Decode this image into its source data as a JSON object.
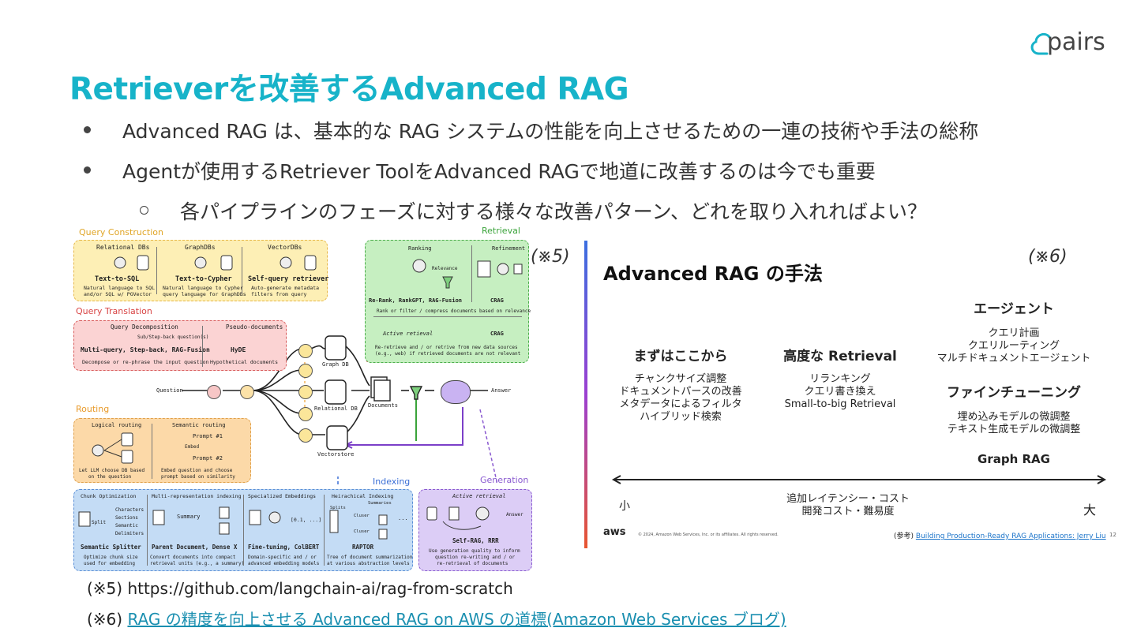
{
  "logo": {
    "text": "pairs",
    "color": "#17b3c9"
  },
  "title": "Retrieverを改善するAdvanced RAG",
  "bullets": [
    "Advanced RAG は、基本的な RAG システムの性能を向上させるための一連の技術や手法の総称",
    "Agentが使用するRetriever ToolをAdvanced RAGで地道に改善するのは今でも重要"
  ],
  "sub_bullets": [
    "各パイプラインのフェーズに対する様々な改善パターン、どれを取り入れればよい？"
  ],
  "refs": {
    "left": "(※5)",
    "right": "(※6)"
  },
  "notes": {
    "n5": "(※5) https://github.com/langchain-ai/rag-from-scratch",
    "n6_prefix": "(※6) ",
    "n6_link": "RAG の精度を向上させる Advanced RAG on AWS の道標(Amazon Web Services ブログ)"
  },
  "diagram": {
    "query_construction": {
      "label": "Query Construction",
      "cols": [
        {
          "head": "Relational DBs",
          "name": "Text-to-SQL",
          "desc1": "Natural language to SQL",
          "desc2": "and/or SQL w/ PGVector"
        },
        {
          "head": "GraphDBs",
          "name": "Text-to-Cypher",
          "desc1": "Natural language to Cypher",
          "desc2": "query language for GraphDBs"
        },
        {
          "head": "VectorDBs",
          "name": "Self-query retriever",
          "desc1": "Auto-generate metadata",
          "desc2": "filters from query"
        }
      ]
    },
    "query_translation": {
      "label": "Query Translation",
      "head1": "Query Decomposition",
      "sub": "Sub/Step-back question(s)",
      "name1": "Multi-query, Step-back, RAG-Fusion",
      "desc1": "Decompose or re-phrase the input question",
      "head2": "Pseudo-documents",
      "name2": "HyDE",
      "desc2": "Hypothetical documents"
    },
    "routing": {
      "label": "Routing",
      "head1": "Logical routing",
      "desc1a": "Let LLM choose DB based",
      "desc1b": "on the question",
      "head2": "Semantic routing",
      "p1": "Prompt #1",
      "embed": "Embed",
      "p2": "Prompt #2",
      "desc2a": "Embed question and choose",
      "desc2b": "prompt based on similarity"
    },
    "retrieval": {
      "label": "Retrieval",
      "ranking": "Ranking",
      "relevance": "Relevance",
      "refinement": "Refinement",
      "rerank": "Re-Rank, RankGPT, RAG-Fusion",
      "crag": "CRAG",
      "desc": "Rank or filter / compress documents based on relevance",
      "active": "Active retieval",
      "crag2": "CRAG",
      "desc2a": "Re-retrieve and / or retrive from new data sources",
      "desc2b": "(e.g., web) if retrieved documents are not relevant"
    },
    "flow": {
      "question": "Question",
      "graph_db": "Graph DB",
      "relational_db": "Relational DB",
      "vectorstore": "Vectorstore",
      "documents": "Documents",
      "answer": "Answer"
    },
    "indexing": {
      "label": "Indexing",
      "c1_head": "Chunk Optimization",
      "c1_items": [
        "Characters",
        "Sections",
        "Semantic",
        "Delimiters"
      ],
      "c1_split": "Split",
      "c1_name": "Semantic Splitter",
      "c1_desc1": "Optimize chunk size",
      "c1_desc2": "used for embedding",
      "c2_head": "Multi-representation indexing",
      "c2_summary": "Summary",
      "c2_name": "Parent Document, Dense X",
      "c2_desc1": "Convert documents into compact",
      "c2_desc2": "retrieval units (e.g., a summary)",
      "c3_head": "Specialized Embeddings",
      "c3_vec": "[0.1, ...]",
      "c3_name": "Fine-tuning, ColBERT",
      "c3_desc1": "Domain-specific and / or",
      "c3_desc2": "advanced embedding models",
      "c4_head": "Heirachical Indexing",
      "c4_summaries": "Summaries",
      "c4_splits": "Splits",
      "c4_cluster": "Cluser",
      "c4_dots": "...",
      "c4_name": "RAPTOR",
      "c4_desc1": "Tree of document summarization",
      "c4_desc2": "at various abstraction levels"
    },
    "generation": {
      "label": "Generation",
      "head": "Active retrieval",
      "answer": "Answer",
      "name": "Self-RAG, RRR",
      "desc1": "Use generation quality to inform",
      "desc2": "question re-writing and / or",
      "desc3": "re-retrieval of documents"
    }
  },
  "aws_panel": {
    "title": "Advanced RAG の手法",
    "col1": {
      "head": "まずはここから",
      "items": [
        "チャンクサイズ調整",
        "ドキュメントパースの改善",
        "メタデータによるフィルタ",
        "ハイブリッド検索"
      ]
    },
    "col2": {
      "head": "高度な Retrieval",
      "items": [
        "リランキング",
        "クエリ書き換え",
        "Small-to-big Retrieval"
      ]
    },
    "col3a": {
      "head": "エージェント",
      "items": [
        "クエリ計画",
        "クエリルーティング",
        "マルチドキュメントエージェント"
      ]
    },
    "col3b": {
      "head": "ファインチューニング",
      "items": [
        "埋め込みモデルの微調整",
        "テキスト生成モデルの微調整"
      ]
    },
    "col3c": {
      "head": "Graph RAG"
    },
    "axis": {
      "small": "小",
      "large": "大",
      "mid1": "追加レイテンシー・コスト",
      "mid2": "開発コスト・難易度"
    },
    "footer": {
      "aws": "aws",
      "copyright": "© 2024, Amazon Web Services, Inc. or its affiliates. All rights reserved.",
      "ref_prefix": "(参考) ",
      "ref_link": "Building Production-Ready RAG Applications: Jerry Liu",
      "page": "12"
    },
    "accent_gradient": [
      "#3b6fe0",
      "#9b3fd1",
      "#e8552f"
    ]
  }
}
